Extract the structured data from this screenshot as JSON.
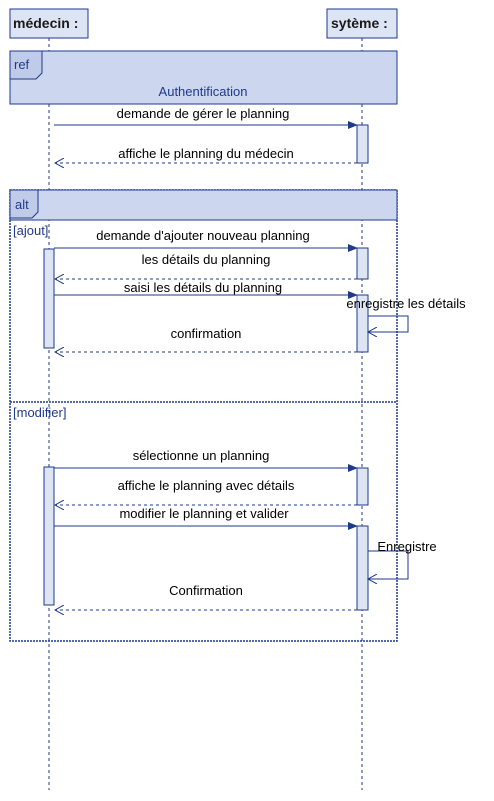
{
  "lifelines": {
    "medecin": "médecin :",
    "systeme": "sytème :"
  },
  "ref_fragment": {
    "tag": "ref",
    "label": "Authentification"
  },
  "alt_fragment": {
    "tag": "alt",
    "guards": [
      "[ajout]",
      "[modifier]"
    ]
  },
  "messages": [
    "demande de gérer le planning",
    "affiche le planning du médecin",
    "demande d'ajouter nouveau planning",
    "les détails du planning",
    "saisi les détails du planning",
    "enregistre les détails",
    "confirmation",
    "sélectionne un planning",
    "affiche le planning avec détails",
    "modifier le planning et valider",
    "Enregistre",
    "Confirmation"
  ],
  "colors": {
    "header_fill": "#dde4f4",
    "header_stroke": "#1f3a8a",
    "fragment_fill": "#ccd6ee",
    "activation_fill": "#dde4f4",
    "line": "#1f3a8a"
  }
}
